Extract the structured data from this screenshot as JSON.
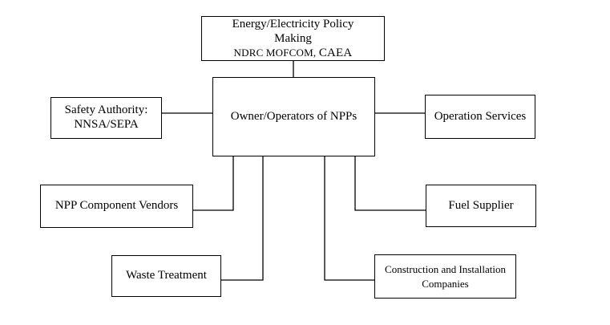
{
  "nodes": {
    "policy": {
      "line1": "Energy/Electricity Policy",
      "line2": "Making",
      "line3_small": "NDRC  MOFCOM,",
      "line3_large": "CAEA"
    },
    "owner": {
      "label": "Owner/Operators of NPPs"
    },
    "safety": {
      "line1": "Safety Authority:",
      "line2": "NNSA/SEPA"
    },
    "operation_services": {
      "label": "Operation Services"
    },
    "component_vendors": {
      "label": "NPP Component Vendors"
    },
    "fuel_supplier": {
      "label": "Fuel Supplier"
    },
    "waste_treatment": {
      "label": "Waste Treatment"
    },
    "construction": {
      "line1": "Construction and Installation",
      "line2": "Companies"
    }
  },
  "colors": {
    "line": "#000000",
    "box_border": "#000000",
    "background": "#ffffff"
  }
}
